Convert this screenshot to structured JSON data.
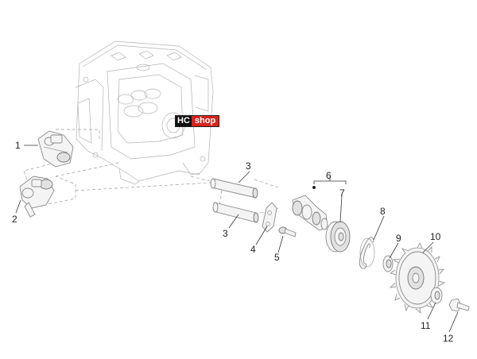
{
  "brand": {
    "left": "HC",
    "right": "shop",
    "left_color": "#111111",
    "right_color": "#d8241c"
  },
  "callouts": [
    "1",
    "2",
    "3",
    "3",
    "4",
    "5",
    "6",
    "7",
    "8",
    "9",
    "10",
    "11",
    "12"
  ],
  "colors": {
    "line": "#8a8a8a",
    "fill": "#f4f4f4",
    "label": "#222222"
  }
}
